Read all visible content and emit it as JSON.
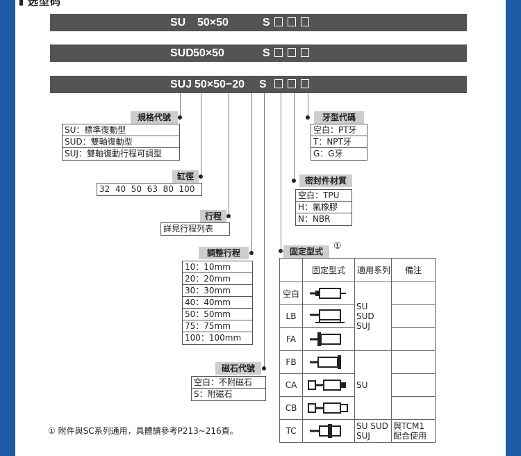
{
  "section_title": "选型码",
  "code_bars": [
    {
      "model": "SU",
      "size": "50×50",
      "s": "S",
      "boxes": 3
    },
    {
      "model": "SUD",
      "size": "50×50",
      "s": "S",
      "boxes": 3
    },
    {
      "model": "SUJ",
      "size": "50×50−20",
      "s": "S",
      "boxes": 3
    }
  ],
  "spec": {
    "label": "規格代號",
    "items": [
      "SU：標準復動型",
      "SUD：雙軸復動型",
      "SUJ：雙軸復動行程可調型"
    ]
  },
  "bore": {
    "label": "缸徑",
    "value": "32  40  50  63  80  100"
  },
  "stroke": {
    "label": "行程",
    "value": "詳見行程列表"
  },
  "adjust": {
    "label": "調整行程",
    "items": [
      "10：10mm",
      "20：20mm",
      "30：30mm",
      "40：40mm",
      "50：50mm",
      "75：75mm",
      "100：100mm"
    ]
  },
  "magnet": {
    "label": "磁石代號",
    "items": [
      "空白：不附磁石",
      "S：附磁石"
    ]
  },
  "thread": {
    "label": "牙型代碼",
    "items": [
      "空白：PT牙",
      "T：NPT牙",
      "G：G牙"
    ]
  },
  "seal": {
    "label": "密封件材質",
    "items": [
      "空白：TPU",
      "H：氟橡膠",
      "N：NBR"
    ]
  },
  "mount": {
    "label": "固定型式",
    "note_mark": "①",
    "headers": {
      "type": "固定型式",
      "series": "適用系列",
      "remark": "備注"
    },
    "codes": [
      "空白",
      "LB",
      "FA",
      "FB",
      "CA",
      "CB",
      "TC"
    ],
    "series_groups": [
      {
        "lines": [
          "SU",
          "SUD",
          "SUJ"
        ]
      },
      {
        "lines": [
          "SU"
        ]
      },
      {
        "lines": [
          "SU SUD",
          "SUJ"
        ]
      }
    ],
    "tc_remark": [
      "與TCM1",
      "配合使用"
    ]
  },
  "footnote": "① 附件與SC系列通用，具體請參考P213~216頁。"
}
